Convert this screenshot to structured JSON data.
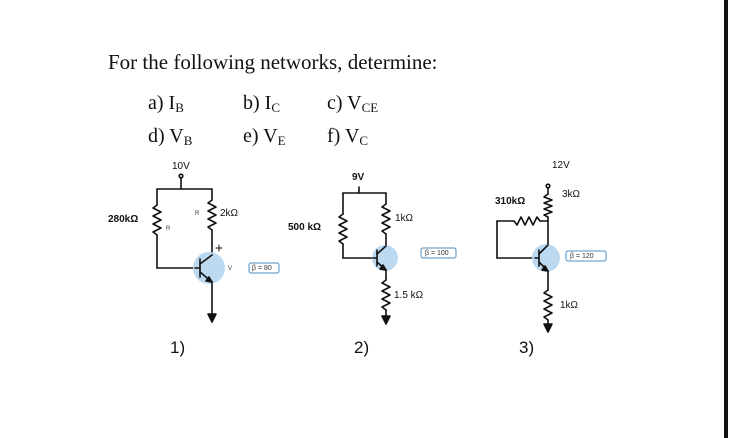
{
  "header": {
    "title": "For the following networks, determine:"
  },
  "parts": [
    {
      "letter": "a) I",
      "sub": "B"
    },
    {
      "letter": "b) I",
      "sub": "C"
    },
    {
      "letter": "c) V",
      "sub": "CE"
    },
    {
      "letter": "d) V",
      "sub": "B"
    },
    {
      "letter": "e) V",
      "sub": "E"
    },
    {
      "letter": "f) V",
      "sub": "C"
    }
  ],
  "circuit1": {
    "vcc": "10V",
    "rb": "280kΩ",
    "rc": "2kΩ",
    "rb_label": "R",
    "rc_label": "R",
    "vce_label": "V",
    "beta": "β = 80",
    "number": "1)"
  },
  "circuit2": {
    "vcc": "9V",
    "rb": "500 kΩ",
    "rc": "1kΩ",
    "re": "1.5 kΩ",
    "beta": "β = 100",
    "number": "2)"
  },
  "circuit3": {
    "vcc": "12V",
    "rb": "310kΩ",
    "rc": "3kΩ",
    "re": "1kΩ",
    "beta": "β = 120",
    "number": "3)"
  },
  "colors": {
    "transistor": "#bcd9f0",
    "wire": "#111111",
    "beta_box": "#4a90c8"
  }
}
